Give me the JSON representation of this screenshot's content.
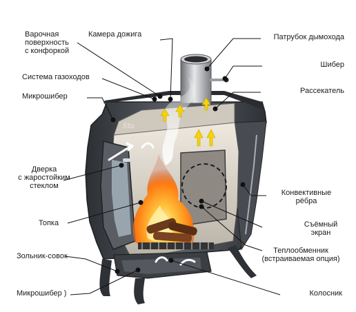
{
  "brand_mark": "Sta",
  "labels": {
    "cooking_surface": "Варочная\nповерхность\nс конфоркой",
    "afterburn_chamber": "Камера дожига",
    "flue_pipe": "Патрубок дымохода",
    "damper": "Шибер",
    "gas_duct_system": "Система газоходов",
    "divider": "Рассекатель",
    "micro_damper_top": "Микрошибер",
    "glass_door": "Дверка\nс жаростойким\nстеклом",
    "convection_ribs": "Конвективные\nрёбра",
    "firebox": "Топка",
    "removable_screen": "Съёмный\nэкран",
    "heat_exchanger": "Теплообменник\n(встраиваемая опция)",
    "ash_pan": "Зольник-совок",
    "micro_damper_bottom": "Микрошибер )",
    "grate": "Колосник"
  },
  "colors": {
    "body_dark": "#3a3d42",
    "body_mid": "#5b5f66",
    "firebox_inner": "#d8d2c8",
    "flame": "#ff9a1f",
    "arrow_yellow": "#f5d20a",
    "leader": "#111111"
  }
}
